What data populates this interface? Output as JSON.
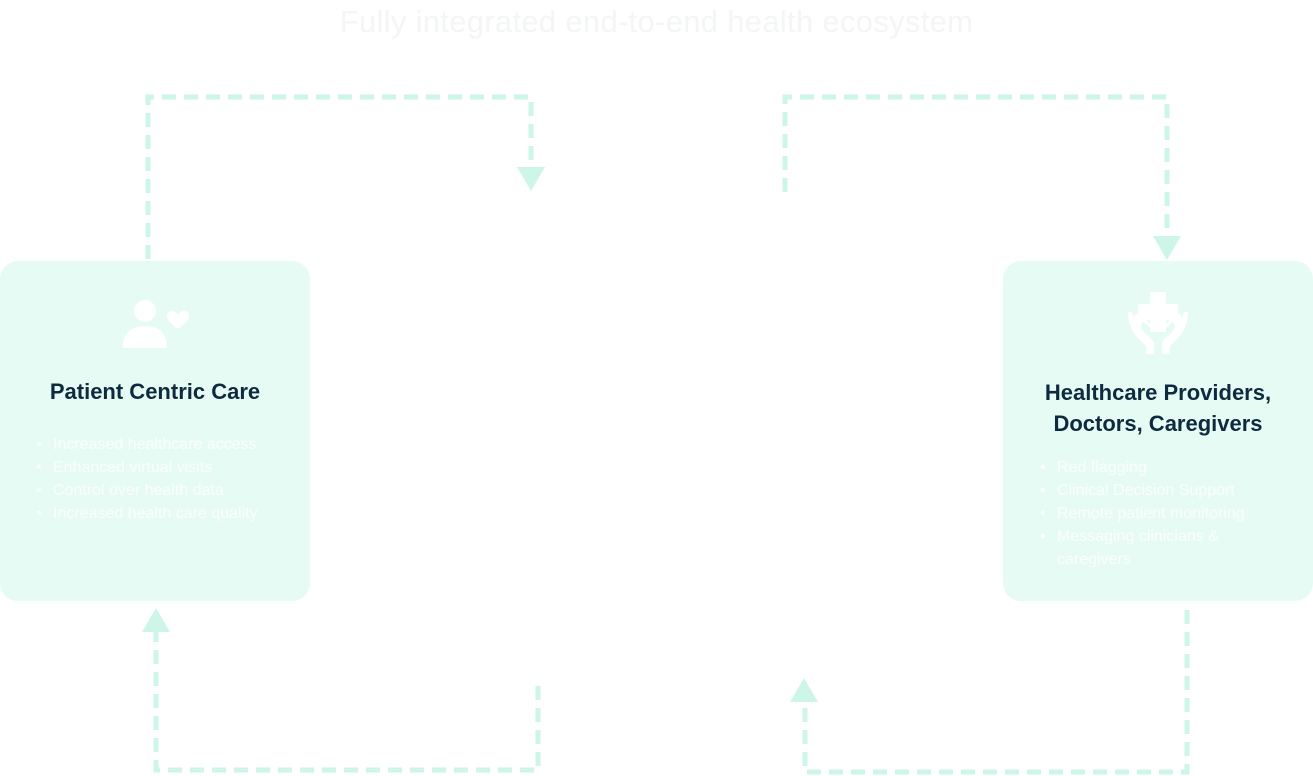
{
  "title": "Fully integrated end-to-end health ecosystem",
  "colors": {
    "card_background": "#e6fbf4",
    "arrow": "#cdf6e8",
    "heading_text": "#0e2a3f",
    "faint_text": "#f4f5f5"
  },
  "patient_card": {
    "icon": "patient-heart-icon",
    "heading": "Patient Centric Care",
    "features": [
      "Increased healthcare access",
      "Enhanced virtual visits",
      "Control over health data",
      "Increased health care quality"
    ]
  },
  "provider_card": {
    "icon": "care-hands-cross-icon",
    "heading_line1": "Healthcare Providers,",
    "heading_line2": "Doctors, Caregivers",
    "features": [
      "Red flagging",
      "Clinical Decision Support",
      "Remote patient monitoring",
      "Messaging clinicians & caregivers"
    ]
  }
}
